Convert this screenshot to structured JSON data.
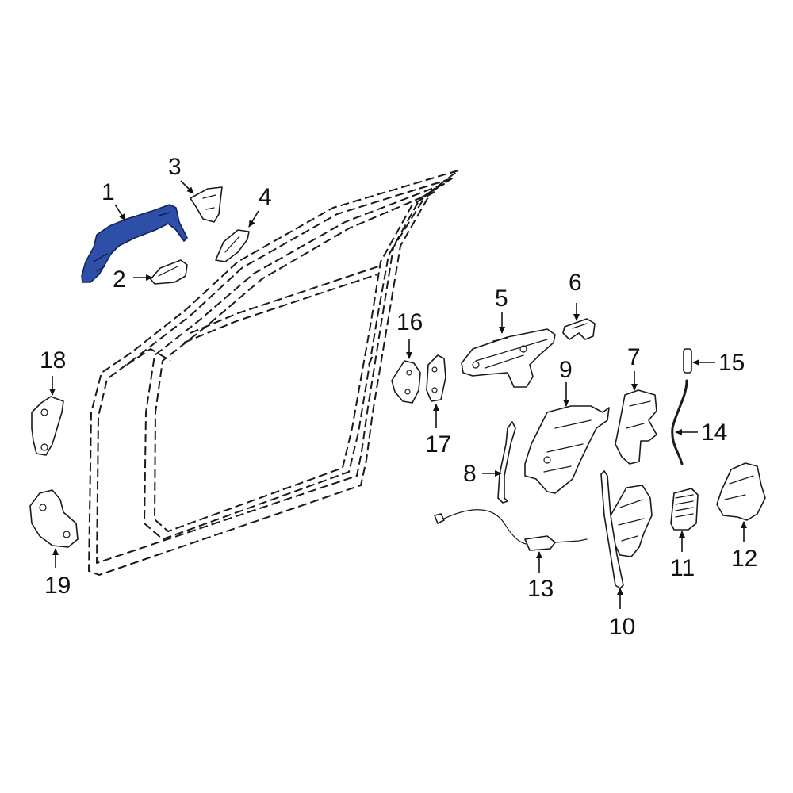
{
  "colors": {
    "highlight_fill": "#2d4fa8",
    "highlight_stroke": "#13235c",
    "line": "#1a1a1a",
    "background": "#ffffff"
  },
  "callouts": [
    {
      "id": "1",
      "label": "1"
    },
    {
      "id": "2",
      "label": "2"
    },
    {
      "id": "3",
      "label": "3"
    },
    {
      "id": "4",
      "label": "4"
    },
    {
      "id": "5",
      "label": "5"
    },
    {
      "id": "6",
      "label": "6"
    },
    {
      "id": "7",
      "label": "7"
    },
    {
      "id": "8",
      "label": "8"
    },
    {
      "id": "9",
      "label": "9"
    },
    {
      "id": "10",
      "label": "10"
    },
    {
      "id": "11",
      "label": "11"
    },
    {
      "id": "12",
      "label": "12"
    },
    {
      "id": "13",
      "label": "13"
    },
    {
      "id": "14",
      "label": "14"
    },
    {
      "id": "15",
      "label": "15"
    },
    {
      "id": "16",
      "label": "16"
    },
    {
      "id": "17",
      "label": "17"
    },
    {
      "id": "18",
      "label": "18"
    },
    {
      "id": "19",
      "label": "19"
    }
  ],
  "highlighted_part": "1"
}
